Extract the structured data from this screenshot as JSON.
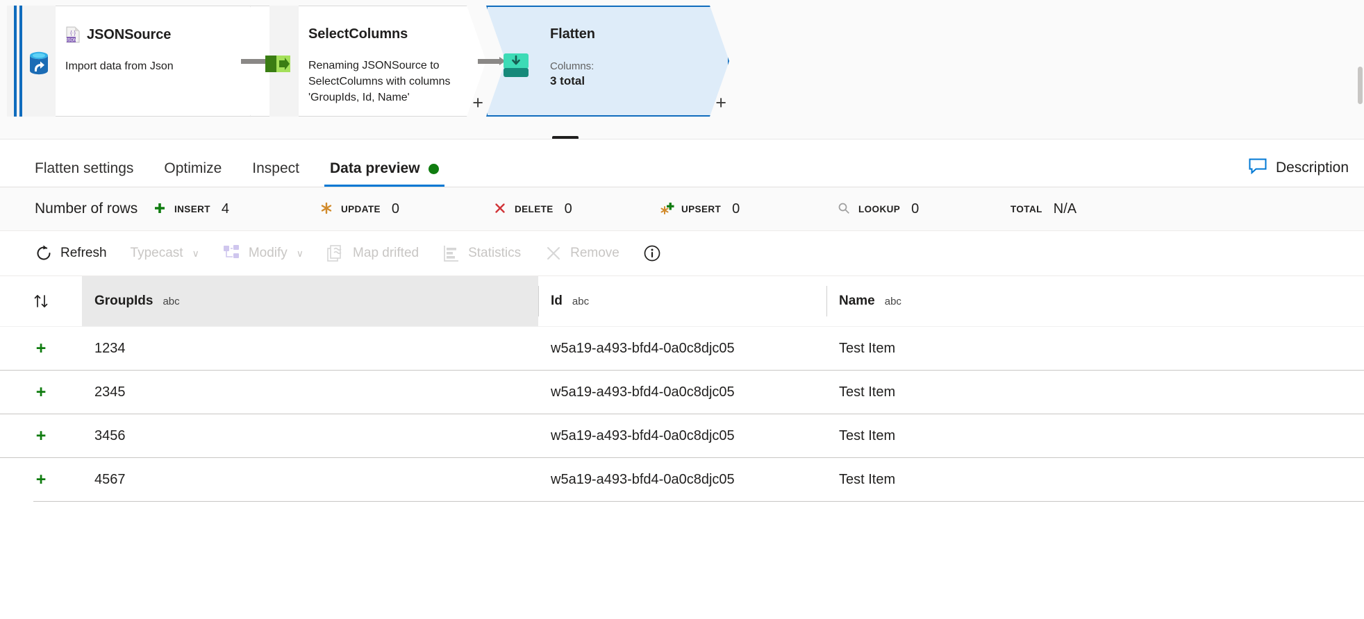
{
  "canvas": {
    "nodes": [
      {
        "id": "json-source",
        "title": "JSONSource",
        "description": "Import data from Json",
        "icon": "json-file-icon",
        "badge": "source-database-icon",
        "add_label": "+",
        "selected": false
      },
      {
        "id": "select-columns",
        "title": "SelectColumns",
        "description": "Renaming JSONSource to SelectColumns with columns 'GroupIds, Id, Name'",
        "icon": "select-transform-icon",
        "add_label": "+",
        "selected": false
      },
      {
        "id": "flatten",
        "title": "Flatten",
        "icon": "flatten-transform-icon",
        "meta_label": "Columns:",
        "meta_value": "3 total",
        "add_label": "+",
        "selected": true
      }
    ],
    "accent": "#0f6cbd"
  },
  "tabs": {
    "items": [
      {
        "label": "Flatten settings",
        "active": false
      },
      {
        "label": "Optimize",
        "active": false
      },
      {
        "label": "Inspect",
        "active": false
      },
      {
        "label": "Data preview",
        "active": true,
        "status": "ready"
      }
    ],
    "description_button": "Description",
    "status_color": "#107c10",
    "active_underline": "#0078d4"
  },
  "stats": {
    "title": "Number of rows",
    "items": [
      {
        "label": "INSERT",
        "value": "4",
        "icon": "plus-icon",
        "color": "#107c10"
      },
      {
        "label": "UPDATE",
        "value": "0",
        "icon": "asterisk-icon",
        "color": "#d18b2c"
      },
      {
        "label": "DELETE",
        "value": "0",
        "icon": "cross-icon",
        "color": "#d13438"
      },
      {
        "label": "UPSERT",
        "value": "0",
        "icon": "asterisk-plus-icon",
        "color": "#d18b2c"
      },
      {
        "label": "LOOKUP",
        "value": "0",
        "icon": "magnifier-icon",
        "color": "#9e9e9e"
      },
      {
        "label": "TOTAL",
        "value": "N/A",
        "icon": "none",
        "color": "#201f1e"
      }
    ]
  },
  "toolbar": {
    "refresh": "Refresh",
    "typecast": "Typecast",
    "modify": "Modify",
    "map_drifted": "Map drifted",
    "statistics": "Statistics",
    "remove": "Remove",
    "info": "i",
    "chevron": "∨"
  },
  "table": {
    "sort_icon": "sort-ascending-descending-icon",
    "columns": [
      {
        "name": "GroupIds",
        "type": "abc",
        "selected": true
      },
      {
        "name": "Id",
        "type": "abc",
        "selected": false
      },
      {
        "name": "Name",
        "type": "abc",
        "selected": false
      }
    ],
    "row_marker": "+",
    "rows": [
      {
        "GroupIds": "1234",
        "Id": "w5a19-a493-bfd4-0a0c8djc05",
        "Name": "Test Item"
      },
      {
        "GroupIds": "2345",
        "Id": "w5a19-a493-bfd4-0a0c8djc05",
        "Name": "Test Item"
      },
      {
        "GroupIds": "3456",
        "Id": "w5a19-a493-bfd4-0a0c8djc05",
        "Name": "Test Item"
      },
      {
        "GroupIds": "4567",
        "Id": "w5a19-a493-bfd4-0a0c8djc05",
        "Name": "Test Item"
      }
    ]
  }
}
